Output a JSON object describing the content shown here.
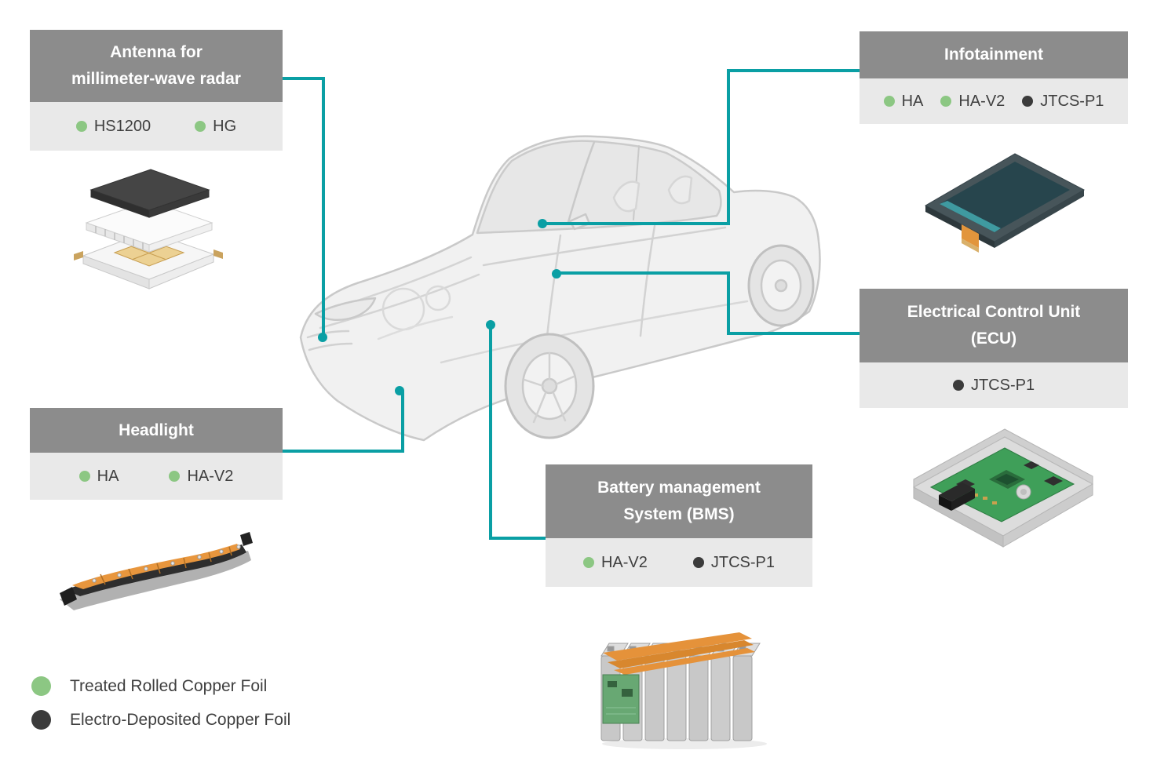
{
  "palette": {
    "header_bg": "#8c8c8c",
    "panel_bg": "#e9e9e9",
    "connector": "#0a9fa4",
    "green_dot": "#8cc783",
    "dark_dot": "#3b3b3b",
    "text": "#3f3f3f"
  },
  "callouts": {
    "antenna": {
      "title_line1": "Antenna for",
      "title_line2": "millimeter-wave radar",
      "products": [
        {
          "label": "HS1200",
          "foil": "treated-rolled"
        },
        {
          "label": "HG",
          "foil": "treated-rolled"
        }
      ]
    },
    "infotainment": {
      "title": "Infotainment",
      "products": [
        {
          "label": "HA",
          "foil": "treated-rolled"
        },
        {
          "label": "HA-V2",
          "foil": "treated-rolled"
        },
        {
          "label": "JTCS-P1",
          "foil": "electro-deposited"
        }
      ]
    },
    "ecu": {
      "title_line1": "Electrical Control Unit",
      "title_line2": "(ECU)",
      "products": [
        {
          "label": "JTCS-P1",
          "foil": "electro-deposited"
        }
      ]
    },
    "headlight": {
      "title": "Headlight",
      "products": [
        {
          "label": "HA",
          "foil": "treated-rolled"
        },
        {
          "label": "HA-V2",
          "foil": "treated-rolled"
        }
      ]
    },
    "bms": {
      "title_line1": "Battery management",
      "title_line2": "System (BMS)",
      "products": [
        {
          "label": "HA-V2",
          "foil": "treated-rolled"
        },
        {
          "label": "JTCS-P1",
          "foil": "electro-deposited"
        }
      ]
    }
  },
  "legend": {
    "treated_rolled_label": "Treated Rolled Copper Foil",
    "electro_deposited_label": "Electro-Deposited Copper Foil"
  },
  "images": {
    "car": "ghosted-sedan-cutaway",
    "antenna": "radar-antenna-module",
    "infotainment": "infotainment-display-panel",
    "ecu": "ecu-circuit-board-enclosure",
    "headlight": "headlight-flexible-circuit",
    "battery": "battery-cell-pack"
  }
}
